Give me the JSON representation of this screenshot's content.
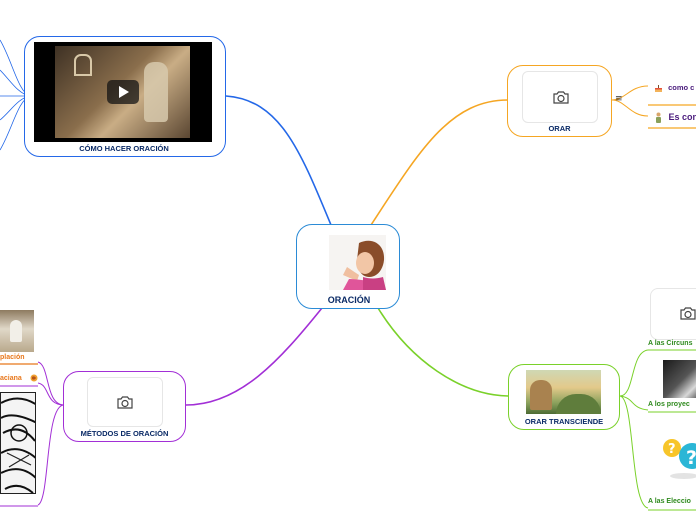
{
  "central": {
    "label": "ORACIÓN"
  },
  "branches": {
    "como_hacer": {
      "label": "CÓMO HACER ORACIÓN",
      "media": "video-thumbnail",
      "play_icon": "play-icon",
      "color": "#2468e8"
    },
    "orar": {
      "label": "ORAR",
      "media": "camera-icon",
      "color": "#f5a623"
    },
    "orar_transciende": {
      "label": "ORAR TRANSCIENDE",
      "media": "landscape-photo",
      "color": "#7ad12a"
    },
    "metodos": {
      "label": "MÉTODOS DE ORACIÓN",
      "media": "camera-icon",
      "color": "#a22fd6"
    }
  },
  "orar_children": [
    {
      "label": "como c",
      "icon": "cake-icon",
      "color": "#4a1b7c"
    },
    {
      "label": "Es con",
      "icon": "person-icon",
      "color": "#4a1b7c"
    }
  ],
  "orar_menu_glyph": "≡",
  "transciende_children": [
    {
      "label": "A las Circuns"
    },
    {
      "label": "A los proyec"
    },
    {
      "label": "A las Eleccio"
    }
  ],
  "metodos_children": [
    {
      "label": "plación",
      "color": "#e8771b"
    },
    {
      "label": "aciana",
      "color": "#e8771b"
    }
  ]
}
